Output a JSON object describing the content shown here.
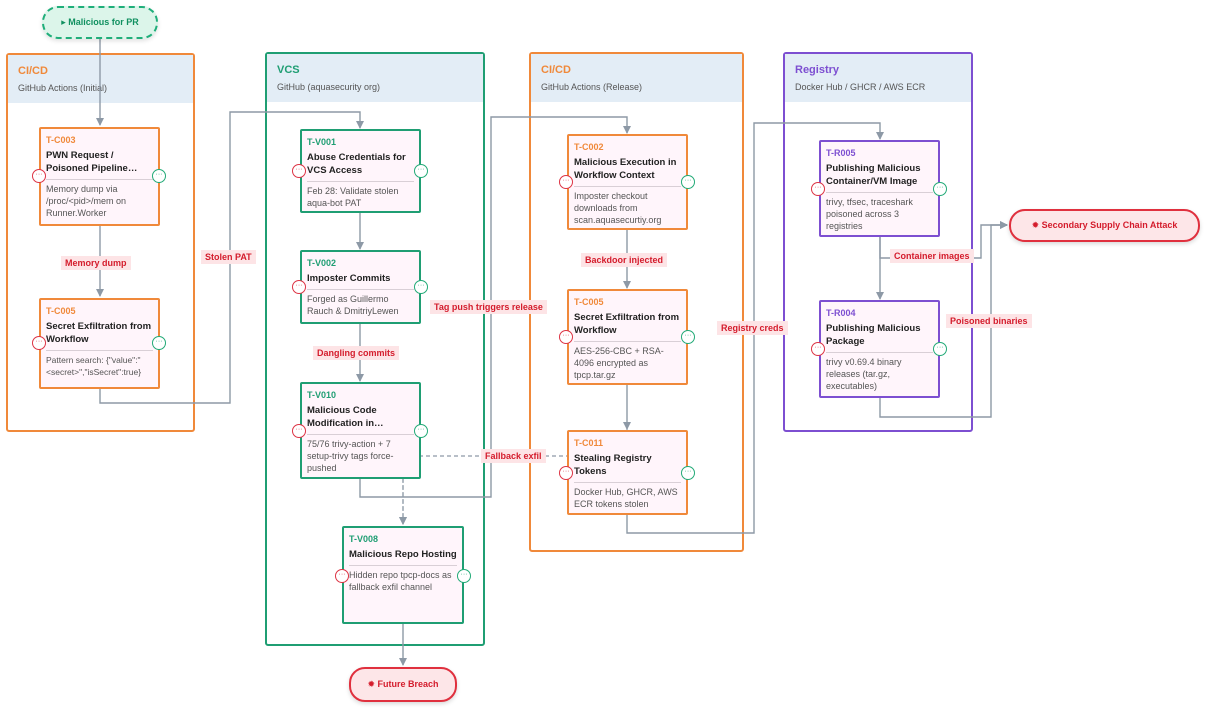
{
  "colors": {
    "cicd": "#f0893a",
    "vcs": "#1f9e73",
    "registry": "#7d4fd1",
    "edge": "#8d99a6",
    "label_bg": "#fde4e6",
    "label_text": "#d41c2c"
  },
  "start": {
    "label": "▸ Malicious for PR"
  },
  "ends": {
    "secondary": "✹ Secondary Supply Chain Attack",
    "future": "✹ Future Breach"
  },
  "lanes": {
    "cicd1": {
      "title": "CI/CD",
      "subtitle": "GitHub Actions (Initial)"
    },
    "vcs": {
      "title": "VCS",
      "subtitle": "GitHub (aquasecurity org)"
    },
    "cicd2": {
      "title": "CI/CD",
      "subtitle": "GitHub Actions (Release)"
    },
    "registry": {
      "title": "Registry",
      "subtitle": "Docker Hub / GHCR / AWS ECR"
    }
  },
  "nodes": {
    "tc003": {
      "id": "T-C003",
      "title": "PWN Request / Poisoned Pipeline…",
      "desc": "Memory dump via /proc/<pid>/mem on Runner.Worker"
    },
    "tc005a": {
      "id": "T-C005",
      "title": "Secret Exfiltration from Workflow",
      "desc": "Pattern search: {\"value\":\"<secret>\",\"isSecret\":true}"
    },
    "tv001": {
      "id": "T-V001",
      "title": "Abuse Credentials for VCS Access",
      "desc": "Feb 28: Validate stolen aqua-bot PAT"
    },
    "tv002": {
      "id": "T-V002",
      "title": "Imposter Commits",
      "desc": "Forged as Guillermo Rauch & DmitriyLewen"
    },
    "tv010": {
      "id": "T-V010",
      "title": "Malicious Code Modification in…",
      "desc": "75/76 trivy-action + 7 setup-trivy tags force-pushed"
    },
    "tv008": {
      "id": "T-V008",
      "title": "Malicious Repo Hosting",
      "desc": "Hidden repo tpcp-docs as fallback exfil channel"
    },
    "tc002": {
      "id": "T-C002",
      "title": "Malicious Execution in Workflow Context",
      "desc": "Imposter checkout downloads from scan.aquasecurtiy.org"
    },
    "tc005b": {
      "id": "T-C005",
      "title": "Secret Exfiltration from Workflow",
      "desc": "AES-256-CBC + RSA-4096 encrypted as tpcp.tar.gz"
    },
    "tc011": {
      "id": "T-C011",
      "title": "Stealing Registry Tokens",
      "desc": "Docker Hub, GHCR, AWS ECR tokens stolen"
    },
    "tr005": {
      "id": "T-R005",
      "title": "Publishing Malicious Container/VM Image",
      "desc": "trivy, tfsec, traceshark poisoned across 3 registries"
    },
    "tr004": {
      "id": "T-R004",
      "title": "Publishing Malicious Package",
      "desc": "trivy v0.69.4 binary releases (tar.gz, executables)"
    }
  },
  "edge_labels": {
    "memory_dump": "Memory dump",
    "stolen_pat": "Stolen PAT",
    "dangling_commits": "Dangling commits",
    "tag_push": "Tag push triggers release",
    "backdoor": "Backdoor injected",
    "fallback": "Fallback exfil",
    "registry_creds": "Registry creds",
    "container_images": "Container images",
    "poisoned_binaries": "Poisoned binaries"
  },
  "port_glyph": "···"
}
